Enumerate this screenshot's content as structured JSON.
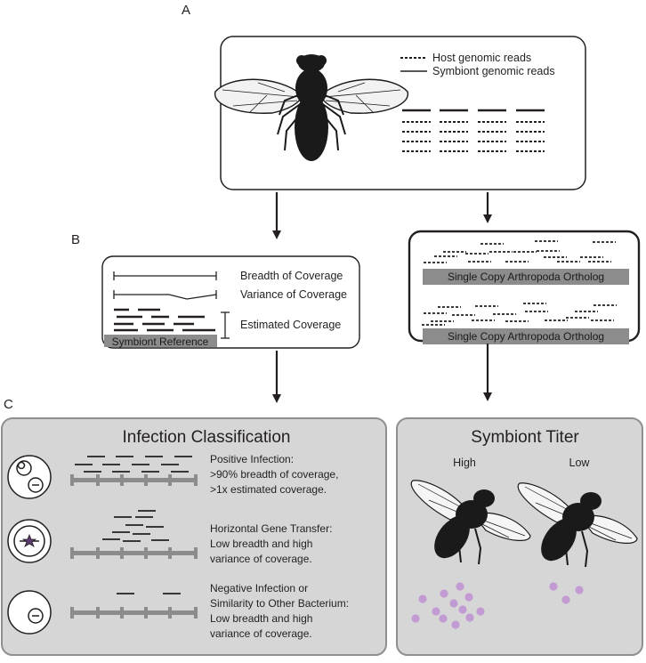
{
  "panels": {
    "a": "A",
    "b": "B",
    "c": "C"
  },
  "panel_a": {
    "legend": {
      "host_label": "Host genomic reads",
      "symbiont_label": "Symbiont genomic reads"
    }
  },
  "panel_b": {
    "metrics": {
      "breadth": "Breadth of Coverage",
      "variance": "Variance of Coverage",
      "estimated": "Estimated Coverage"
    },
    "reference_label": "Symbiont Reference",
    "ortholog_labels": [
      "Single Copy Arthropoda Ortholog",
      "Single Copy Arthropoda Ortholog"
    ]
  },
  "classification": {
    "title": "Infection Classification",
    "items": [
      {
        "lines": [
          "Positive Infection:",
          ">90% breadth of coverage,",
          ">1x estimated coverage."
        ]
      },
      {
        "lines": [
          "Horizontal Gene Transfer:",
          "Low breadth and high",
          "variance of coverage."
        ]
      },
      {
        "lines": [
          "Negative Infection or",
          "Similarity to Other Bacterium:",
          "Low breadth and high",
          "variance of coverage."
        ]
      }
    ]
  },
  "titer": {
    "title": "Symbiont Titer",
    "high_label": "High",
    "low_label": "Low",
    "dot_color": "#c39bd3",
    "high_dot_count": 12,
    "low_dot_count": 3
  },
  "colors": {
    "panel_fill": "#d6d6d6",
    "reference_bar": "#8c8c8c",
    "ink": "#231f20"
  }
}
